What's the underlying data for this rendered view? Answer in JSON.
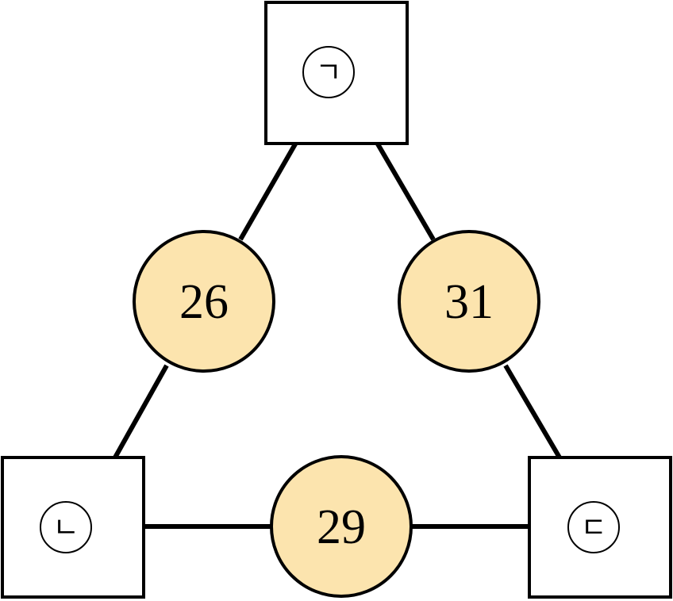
{
  "colors": {
    "circle_fill": "#FCE4AE",
    "line": "#000000",
    "box_fill": "#FFFFFF"
  },
  "nodes": {
    "top": {
      "label": "ㄱ"
    },
    "bottom_left": {
      "label": "ㄴ"
    },
    "bottom_right": {
      "label": "ㄷ"
    }
  },
  "edges": {
    "left": {
      "value": "26"
    },
    "right": {
      "value": "31"
    },
    "bottom": {
      "value": "29"
    }
  }
}
